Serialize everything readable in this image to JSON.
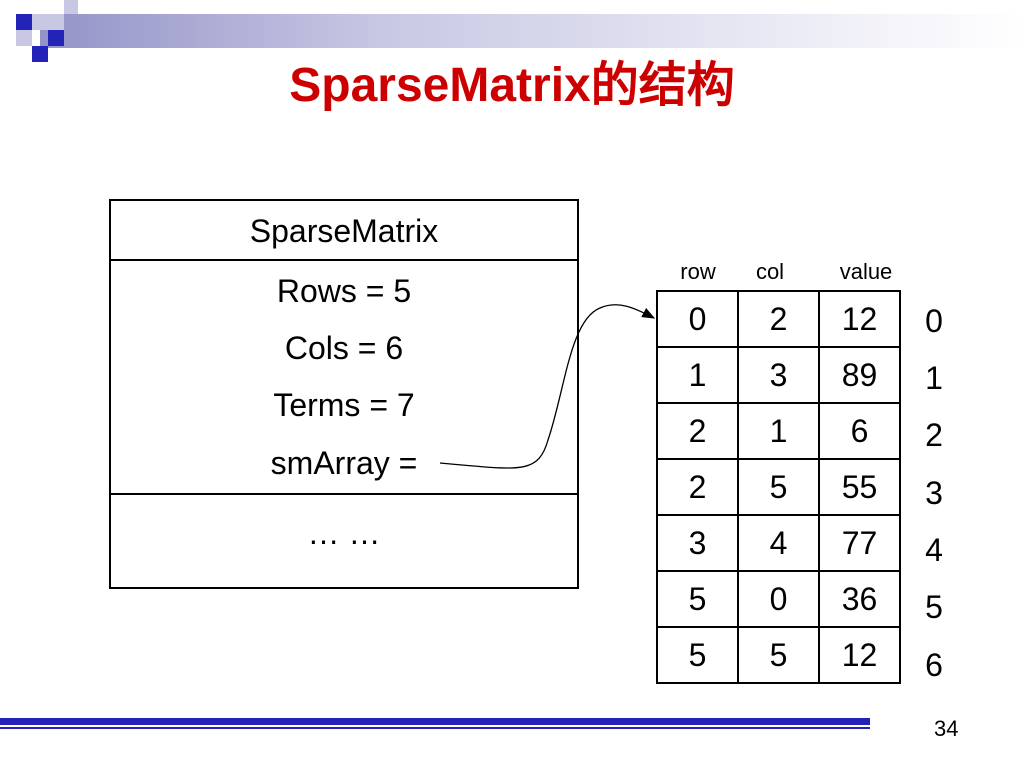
{
  "title": "SparseMatrix的结构",
  "box": {
    "header": "SparseMatrix",
    "fields": [
      "Rows = 5",
      "Cols = 6",
      "Terms = 7",
      "smArray ="
    ],
    "ellipsis": "… …"
  },
  "array": {
    "headers": [
      "row",
      "col",
      "value"
    ],
    "rows": [
      [
        "0",
        "2",
        "12"
      ],
      [
        "1",
        "3",
        "89"
      ],
      [
        "2",
        "1",
        "6"
      ],
      [
        "2",
        "5",
        "55"
      ],
      [
        "3",
        "4",
        "77"
      ],
      [
        "5",
        "0",
        "36"
      ],
      [
        "5",
        "5",
        "12"
      ]
    ],
    "indices": [
      "0",
      "1",
      "2",
      "3",
      "4",
      "5",
      "6"
    ]
  },
  "page_number": "34",
  "colors": {
    "title": "#cc0000",
    "accent": "#2323b8",
    "decor_light": "#9393c8"
  }
}
